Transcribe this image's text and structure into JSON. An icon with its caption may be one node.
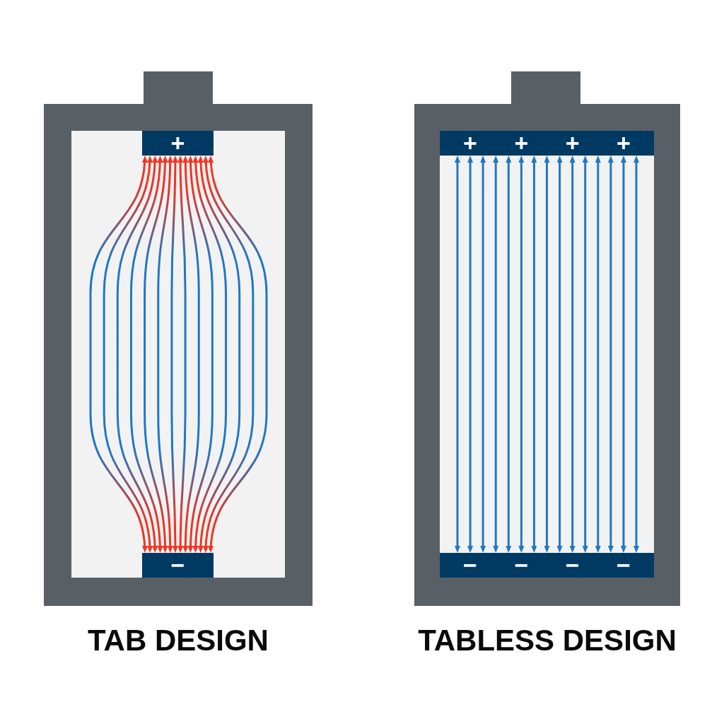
{
  "diagram": {
    "nodes": [
      {
        "text": [
          "TAB DESIGN"
        ]
      },
      {
        "text": [
          "+"
        ],
        "in": 0
      },
      {
        "text": [
          "−"
        ],
        "in": 0
      },
      {
        "text": [
          "TABLESS DESIGN"
        ]
      },
      {
        "text": [
          "+",
          "+",
          "+",
          "+"
        ],
        "in": 3
      },
      {
        "text": [
          "−",
          "−",
          "−",
          "−"
        ],
        "in": 3
      }
    ],
    "edges": [
      {
        "from": 2,
        "to": 1,
        "arrow": "both",
        "color": "#ee3524"
      },
      {
        "from": 2,
        "to": 1,
        "arrow": "both",
        "color": "#ee3524"
      },
      {
        "from": 2,
        "to": 1,
        "arrow": "both",
        "color": "#ee3524"
      },
      {
        "from": 2,
        "to": 1,
        "arrow": "both",
        "color": "#ee3524"
      },
      {
        "from": 2,
        "to": 1,
        "arrow": "both",
        "color": "#ee3524"
      },
      {
        "from": 2,
        "to": 1,
        "arrow": "both",
        "color": "#ee3524"
      },
      {
        "from": 2,
        "to": 1,
        "arrow": "both",
        "color": "#ee3524"
      },
      {
        "from": 2,
        "to": 1,
        "arrow": "both",
        "color": "#ee3524"
      },
      {
        "from": 2,
        "to": 1,
        "arrow": "both",
        "color": "#ee3524"
      },
      {
        "from": 2,
        "to": 1,
        "arrow": "both",
        "color": "#ee3524"
      },
      {
        "from": 2,
        "to": 1,
        "arrow": "both",
        "color": "#ee3524"
      },
      {
        "from": 2,
        "to": 1,
        "arrow": "both",
        "color": "#ee3524"
      },
      {
        "from": 2,
        "to": 1,
        "arrow": "both",
        "color": "#ee3524"
      },
      {
        "from": 2,
        "to": 1,
        "arrow": "both",
        "color": "#ee3524"
      },
      {
        "from": 5,
        "to": 4,
        "arrow": "both"
      },
      {
        "from": 5,
        "to": 4,
        "arrow": "both"
      },
      {
        "from": 5,
        "to": 4,
        "arrow": "both"
      },
      {
        "from": 5,
        "to": 4,
        "arrow": "both"
      },
      {
        "from": 5,
        "to": 4,
        "arrow": "both"
      },
      {
        "from": 5,
        "to": 4,
        "arrow": "both"
      },
      {
        "from": 5,
        "to": 4,
        "arrow": "both"
      },
      {
        "from": 5,
        "to": 4,
        "arrow": "both"
      },
      {
        "from": 5,
        "to": 4,
        "arrow": "both"
      },
      {
        "from": 5,
        "to": 4,
        "arrow": "both"
      },
      {
        "from": 5,
        "to": 4,
        "arrow": "both"
      },
      {
        "from": 5,
        "to": 4,
        "arrow": "both"
      },
      {
        "from": 5,
        "to": 4,
        "arrow": "both"
      },
      {
        "from": 5,
        "to": 4,
        "arrow": "both"
      },
      {
        "from": 5,
        "to": 4,
        "arrow": "both"
      }
    ]
  }
}
